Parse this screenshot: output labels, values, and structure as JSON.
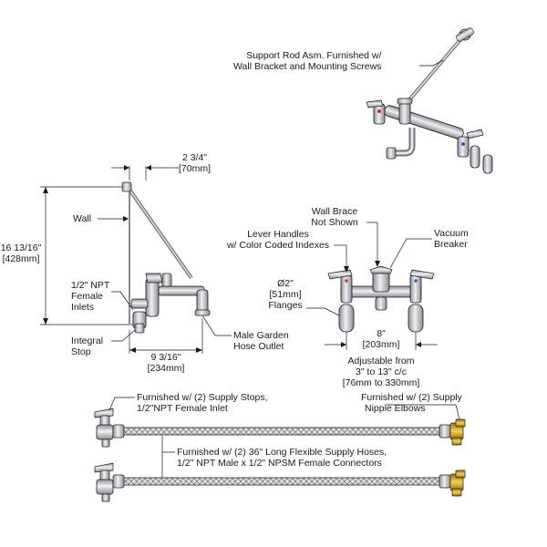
{
  "labels": {
    "support_rod_1": "Support Rod Asm. Furnished w/",
    "support_rod_2": "Wall Bracket and Mounting Screws",
    "offset_1": "2 3/4\"",
    "offset_2": "[70mm]",
    "wall": "Wall",
    "height_1": "16 13/16\"",
    "height_2": "[428mm]",
    "npt_1": "1/2\" NPT",
    "npt_2": "Female",
    "npt_3": "Inlets",
    "stop_1": "Integral",
    "stop_2": "Stop",
    "depth_1": "9 3/16\"",
    "depth_2": "[234mm]",
    "hose_outlet_1": "Male Garden",
    "hose_outlet_2": "Hose Outlet",
    "wall_brace_1": "Wall Brace",
    "wall_brace_2": "Not Shown",
    "lever_1": "Lever Handles",
    "lever_2": "w/ Color Coded Indexes",
    "vacuum_1": "Vacuum",
    "vacuum_2": "Breaker",
    "flange_1": "Ø2\"",
    "flange_2": "[51mm]",
    "flange_3": "Flanges",
    "center_1": "8\"",
    "center_2": "[203mm]",
    "adjust_1": "Adjustable from",
    "adjust_2": "3\" to 13\" c/c",
    "adjust_3": "[76mm to 330mm]",
    "stops_1": "Furnished w/ (2) Supply Stops,",
    "stops_2": "1/2\"NPT Female Inlet",
    "elbows_1": "Furnished w/ (2) Supply",
    "elbows_2": "Nipple Elbows",
    "hoses_1": "Furnished w/ (2) 36\" Long Flexible Supply Hoses,",
    "hoses_2": "1/2\" NPT Male x 1/2\" NPSM Female Connectors"
  },
  "colors": {
    "line": "#1a1a1a",
    "chrome": "#b9bcc0",
    "brass": "#d4a017",
    "hot_index": "#d32f2f",
    "cold_index": "#1e63c9"
  }
}
